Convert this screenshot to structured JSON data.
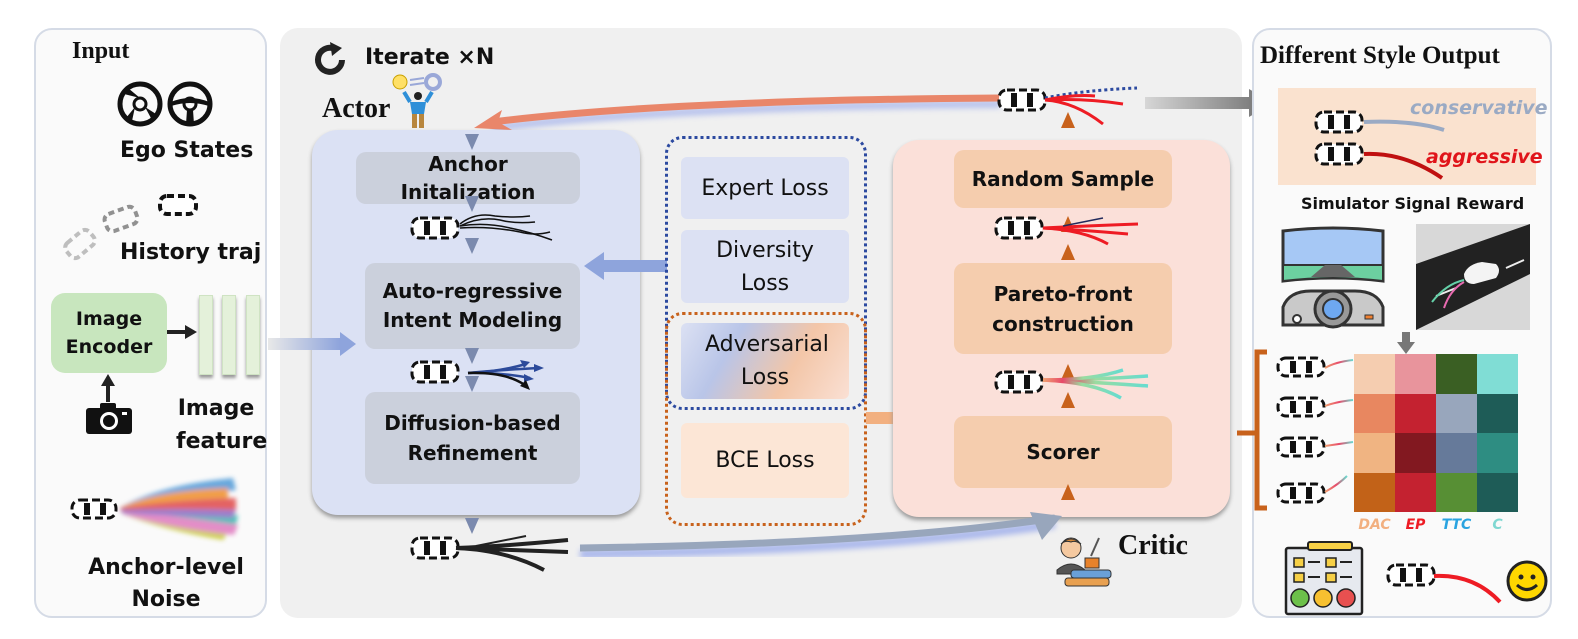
{
  "input_panel": {
    "title": "Input",
    "ego_states_label": "Ego States",
    "history_label": "History traj",
    "encoder_label": "Image Encoder",
    "feature_label": "Image feature",
    "noise_label": "Anchor-level Noise"
  },
  "main_panel": {
    "iterate_label": "Iterate ×N",
    "actor": {
      "title": "Actor",
      "modules": [
        {
          "label": "Anchor Initalization"
        },
        {
          "label": "Auto-regressive Intent Modeling"
        },
        {
          "label": "Diffusion-based Refinement"
        }
      ]
    },
    "losses": [
      {
        "label": "Expert Loss",
        "group": "actor"
      },
      {
        "label": "Diversity Loss",
        "group": "actor"
      },
      {
        "label": "Adversarial Loss",
        "group": "shared"
      },
      {
        "label": "BCE Loss",
        "group": "critic"
      }
    ],
    "critic": {
      "title": "Critic",
      "modules": [
        {
          "label": "Random Sample"
        },
        {
          "label": "Pareto-front construction"
        },
        {
          "label": "Scorer"
        }
      ]
    }
  },
  "output_panel": {
    "title": "Different Style Output",
    "styles": [
      {
        "label": "conservative",
        "color": "#9aaac4"
      },
      {
        "label": "aggressive",
        "color": "#e0141a"
      }
    ],
    "reward_label": "Simulator Signal Reward",
    "metrics": [
      {
        "label": "DAC",
        "color": "#f2b080"
      },
      {
        "label": "EP",
        "color": "#ee1c24"
      },
      {
        "label": "TTC",
        "color": "#29a3e0"
      },
      {
        "label": "C",
        "color": "#7fd8d2"
      }
    ],
    "score_grid": [
      [
        "#f5cdb0",
        "#e8949c",
        "#3a5f23",
        "#80ddd5"
      ],
      [
        "#e88760",
        "#c42230",
        "#98a6bc",
        "#1e5c57"
      ],
      [
        "#f0b482",
        "#821820",
        "#667a9a",
        "#2e8d82"
      ],
      [
        "#c26218",
        "#c42230",
        "#578f34",
        "#1e5c57"
      ]
    ]
  },
  "colors": {
    "actor_bg": "#dbe1f4",
    "actor_module": "#cbd0dc",
    "critic_bg": "#fbe0d9",
    "critic_module": "#f5cdae",
    "loss_blue": "#dce1f3",
    "loss_orange": "#fce6d6",
    "encoder": "#c8e6be",
    "feedback_arrow": "#e9866a",
    "main_bg": "#f0f0f0"
  }
}
